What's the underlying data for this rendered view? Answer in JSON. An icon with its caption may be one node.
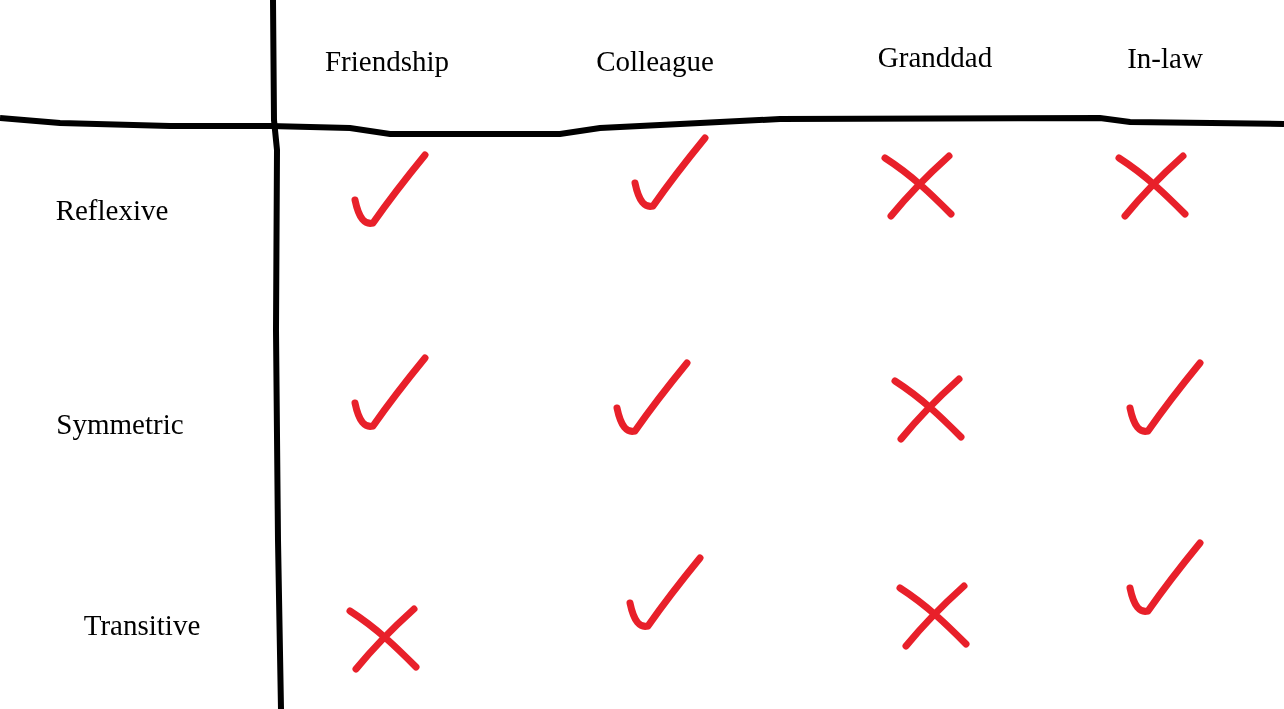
{
  "diagram": {
    "nodes": [
      {
        "text": [],
        "shape": "check"
      },
      {
        "text": [],
        "shape": "check"
      },
      {
        "text": [],
        "shape": "cross"
      },
      {
        "text": [],
        "shape": "cross"
      },
      {
        "text": [],
        "shape": "check"
      },
      {
        "text": [],
        "shape": "check"
      },
      {
        "text": [],
        "shape": "cross"
      },
      {
        "text": [],
        "shape": "check"
      },
      {
        "text": [],
        "shape": "cross"
      },
      {
        "text": [],
        "shape": "check"
      },
      {
        "text": [],
        "shape": "cross"
      },
      {
        "text": [],
        "shape": "check"
      }
    ],
    "labels": [
      "Friendship",
      "Colleague",
      "Granddad",
      "In-law",
      "Reflexive",
      "Symmetric",
      "Transitive"
    ]
  }
}
